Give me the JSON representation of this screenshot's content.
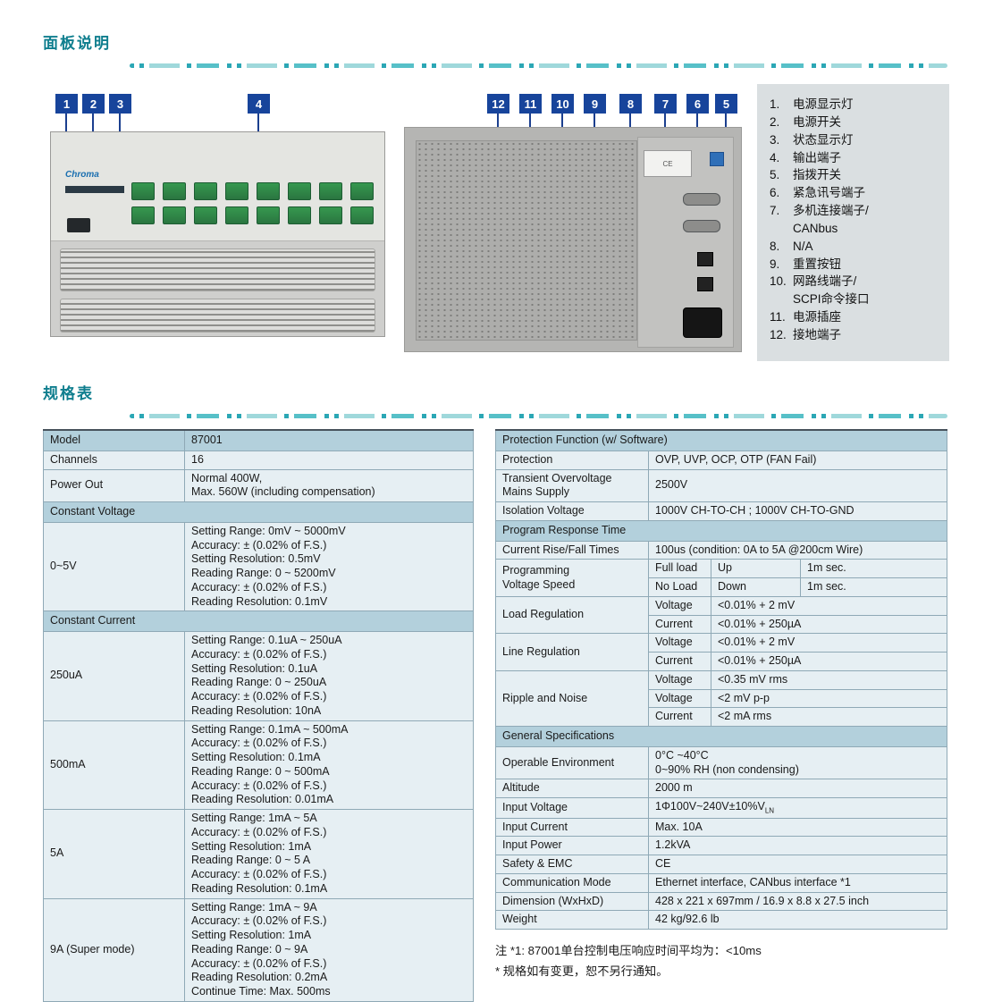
{
  "sections": {
    "panel_title": "面板说明",
    "spec_title": "规格表"
  },
  "colors": {
    "title_teal": "#0f7e8e",
    "callout_blue": "#17449b",
    "table_header_bg": "#b3d0dc",
    "table_body_bg": "#e6eff3",
    "legend_bg": "#dadfe1",
    "terminal_green": "#2e8b4a"
  },
  "device": {
    "brand": "Chroma",
    "rear_cert": "CE"
  },
  "callouts": {
    "front": [
      "1",
      "2",
      "3",
      "4"
    ],
    "rear": [
      "12",
      "11",
      "10",
      "9",
      "8",
      "7",
      "6",
      "5"
    ]
  },
  "legend": {
    "items": [
      {
        "num": "1.",
        "text": "电源显示灯"
      },
      {
        "num": "2.",
        "text": "电源开关"
      },
      {
        "num": "3.",
        "text": "状态显示灯"
      },
      {
        "num": "4.",
        "text": "输出端子"
      },
      {
        "num": "5.",
        "text": "指拨开关"
      },
      {
        "num": "6.",
        "text": "紧急讯号端子"
      },
      {
        "num": "7.",
        "text": "多机连接端子/\nCANbus"
      },
      {
        "num": "8.",
        "text": "N/A"
      },
      {
        "num": "9.",
        "text": "重置按钮"
      },
      {
        "num": "10.",
        "text": "网路线端子/\nSCPI命令接口"
      },
      {
        "num": "11.",
        "text": "电源插座"
      },
      {
        "num": "12.",
        "text": "接地端子"
      }
    ]
  },
  "spec_left": {
    "rows": [
      {
        "label": "Model",
        "value": "87001"
      },
      {
        "label": "Channels",
        "value": "16"
      },
      {
        "label": "Power Out",
        "value": "Normal 400W,\nMax. 560W (including compensation)"
      },
      {
        "label": "Constant Voltage"
      },
      {
        "label": "0~5V",
        "value": "Setting Range: 0mV ~ 5000mV\nAccuracy: ± (0.02% of F.S.)\nSetting Resolution: 0.5mV\nReading Range: 0 ~ 5200mV\nAccuracy: ± (0.02% of F.S.)\nReading Resolution: 0.1mV"
      },
      {
        "label": "Constant Current"
      },
      {
        "label": "250uA",
        "value": "Setting Range: 0.1uA ~ 250uA\nAccuracy: ± (0.02% of F.S.)\nSetting Resolution: 0.1uA\nReading Range: 0 ~ 250uA\nAccuracy: ± (0.02% of F.S.)\nReading Resolution: 10nA"
      },
      {
        "label": "500mA",
        "value": "Setting Range: 0.1mA ~ 500mA\nAccuracy: ± (0.02% of F.S.)\nSetting Resolution: 0.1mA\nReading Range: 0 ~ 500mA\nAccuracy: ± (0.02% of F.S.)\nReading Resolution: 0.01mA"
      },
      {
        "label": "5A",
        "value": "Setting Range: 1mA ~ 5A\nAccuracy: ± (0.02% of F.S.)\nSetting Resolution: 1mA\nReading Range: 0 ~ 5 A\nAccuracy: ± (0.02% of F.S.)\nReading Resolution: 0.1mA"
      },
      {
        "label": "9A (Super mode)",
        "value": "Setting Range: 1mA ~ 9A\nAccuracy: ± (0.02% of F.S.)\nSetting Resolution: 1mA\nReading Range: 0 ~ 9A\nAccuracy: ± (0.02% of F.S.)\nReading Resolution: 0.2mA\nContinue Time: Max. 500ms"
      }
    ]
  },
  "spec_right": {
    "header_protection": "Protection Function (w/ Software)",
    "protection": {
      "label": "Protection",
      "value": "OVP, UVP, OCP, OTP (FAN Fail)"
    },
    "transient": {
      "label": "Transient Overvoltage\nMains Supply",
      "value": "2500V"
    },
    "isolation": {
      "label": "Isolation Voltage",
      "value": "1000V CH-TO-CH ; 1000V CH-TO-GND"
    },
    "header_program": "Program Response Time",
    "rise_fall": {
      "label": "Current Rise/Fall Times",
      "value": "100us (condition: 0A to 5A @200cm Wire)"
    },
    "prog_speed": {
      "label": "Programming\nVoltage Speed",
      "sub": [
        [
          "Full load",
          "Up",
          "1m sec."
        ],
        [
          "No Load",
          "Down",
          "1m sec."
        ]
      ]
    },
    "load_reg": {
      "label": "Load Regulation",
      "sub": [
        [
          "Voltage",
          "<0.01% + 2 mV"
        ],
        [
          "Current",
          "<0.01% + 250µA"
        ]
      ]
    },
    "line_reg": {
      "label": "Line Regulation",
      "sub": [
        [
          "Voltage",
          "<0.01% + 2 mV"
        ],
        [
          "Current",
          "<0.01% + 250µA"
        ]
      ]
    },
    "ripple": {
      "label": "Ripple and Noise",
      "sub": [
        [
          "Voltage",
          "<0.35 mV rms"
        ],
        [
          "Voltage",
          "<2 mV p-p"
        ],
        [
          "Current",
          "<2 mA rms"
        ]
      ]
    },
    "header_general": "General Specifications",
    "general": [
      {
        "label": "Operable Environment",
        "value": "0°C ~40°C\n0~90% RH (non condensing)"
      },
      {
        "label": "Altitude",
        "value": "2000 m"
      },
      {
        "label": "Input Voltage",
        "value": "1Φ100V~240V±10%V",
        "value_sub": "LN"
      },
      {
        "label": "Input Current",
        "value": "Max. 10A"
      },
      {
        "label": "Input Power",
        "value": "1.2kVA"
      },
      {
        "label": "Safety & EMC",
        "value": "CE"
      },
      {
        "label": "Communication Mode",
        "value": "Ethernet interface, CANbus interface *1"
      },
      {
        "label": "Dimension (WxHxD)",
        "value": "428 x 221 x 697mm / 16.9 x 8.8 x 27.5 inch"
      },
      {
        "label": "Weight",
        "value": "42 kg/92.6 lb"
      }
    ]
  },
  "notes": {
    "note1": "注 *1: 87001单台控制电压响应时间平均为：<10ms",
    "note2": "* 规格如有变更，恕不另行通知。"
  }
}
